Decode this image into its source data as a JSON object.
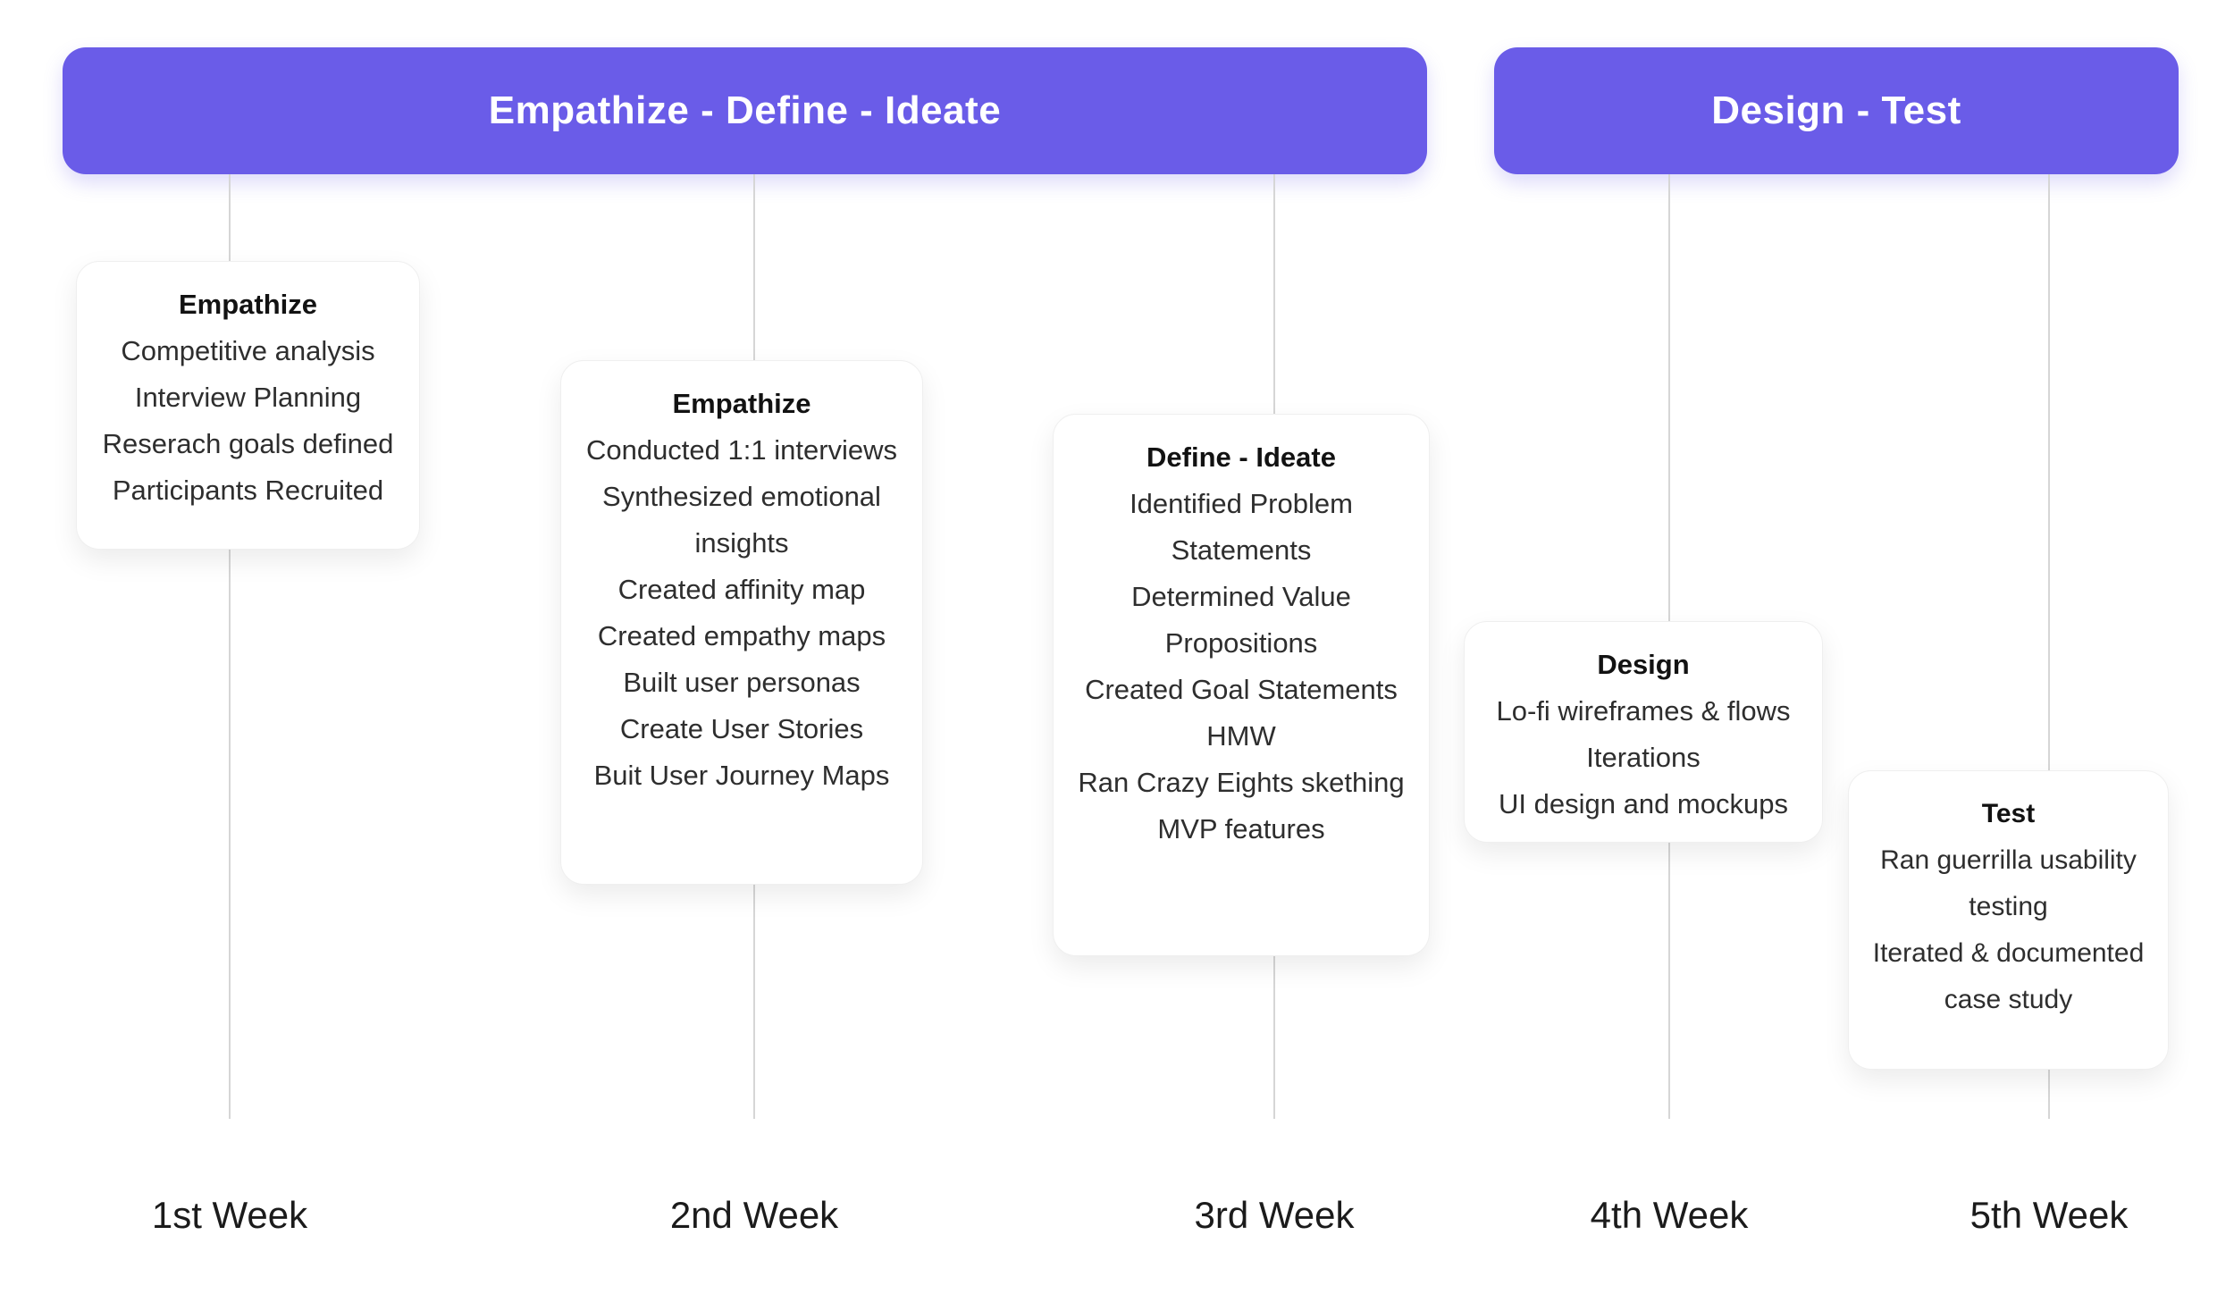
{
  "phases": [
    {
      "label": "Empathize - Define - Ideate"
    },
    {
      "label": "Design - Test"
    }
  ],
  "weeks": [
    {
      "label": "1st Week",
      "card": {
        "title": "Empathize",
        "items": [
          "Competitive analysis",
          "Interview Planning",
          "Reserach goals defined",
          "Participants Recruited"
        ]
      }
    },
    {
      "label": "2nd Week",
      "card": {
        "title": "Empathize",
        "items": [
          "Conducted 1:1 interviews",
          "Synthesized emotional insights",
          "Created affinity map",
          "Created empathy maps",
          "Built user personas",
          "Create User Stories",
          "Buit User Journey Maps"
        ]
      }
    },
    {
      "label": "3rd Week",
      "card": {
        "title": "Define - Ideate",
        "items": [
          "Identified Problem Statements",
          "Determined Value Propositions",
          "Created Goal Statements",
          "HMW",
          "Ran Crazy Eights skething",
          "MVP features"
        ]
      }
    },
    {
      "label": "4th Week",
      "card": {
        "title": "Design",
        "items": [
          "Lo-fi wireframes & flows",
          "Iterations",
          "UI design and mockups"
        ]
      }
    },
    {
      "label": "5th Week",
      "card": {
        "title": "Test",
        "items": [
          "Ran guerrilla usability testing",
          "Iterated & documented case study"
        ]
      }
    }
  ],
  "colors": {
    "accent": "#6A5CE8",
    "banner_text": "#FFFFFF",
    "line": "#D6D6D6",
    "card_border": "#EFEFEF",
    "title_text": "#121212",
    "body_text": "#2E2E2E",
    "week_label_text": "#1B1B1B"
  }
}
